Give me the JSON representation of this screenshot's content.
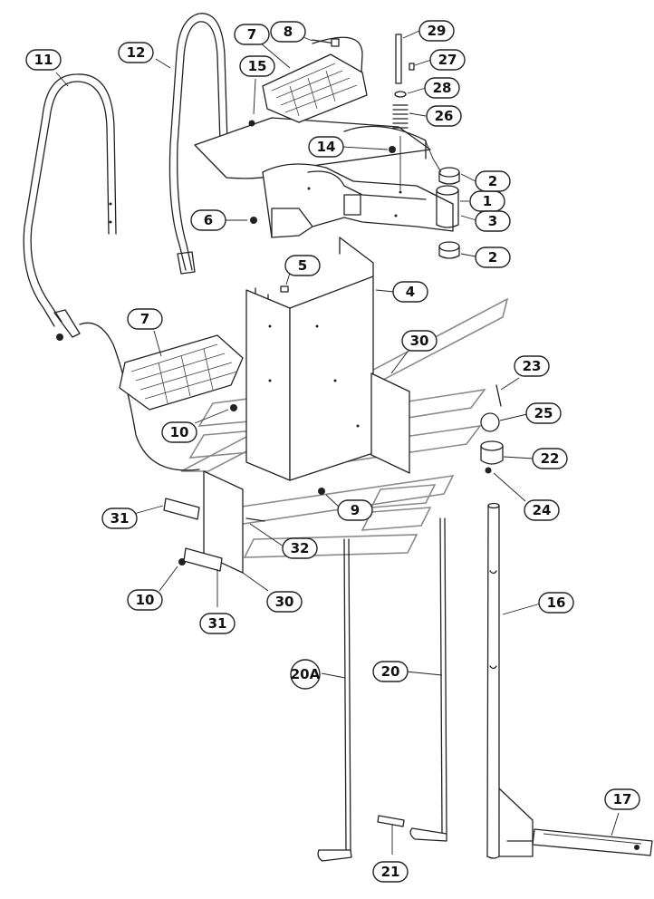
{
  "callouts": [
    {
      "label": "1"
    },
    {
      "label": "2"
    },
    {
      "label": "2"
    },
    {
      "label": "3"
    },
    {
      "label": "4"
    },
    {
      "label": "5"
    },
    {
      "label": "6"
    },
    {
      "label": "7"
    },
    {
      "label": "7"
    },
    {
      "label": "8"
    },
    {
      "label": "9"
    },
    {
      "label": "10"
    },
    {
      "label": "10"
    },
    {
      "label": "11"
    },
    {
      "label": "12"
    },
    {
      "label": "14"
    },
    {
      "label": "15"
    },
    {
      "label": "16"
    },
    {
      "label": "17"
    },
    {
      "label": "20"
    },
    {
      "label": "20A"
    },
    {
      "label": "21"
    },
    {
      "label": "22"
    },
    {
      "label": "23"
    },
    {
      "label": "24"
    },
    {
      "label": "25"
    },
    {
      "label": "26"
    },
    {
      "label": "27"
    },
    {
      "label": "28"
    },
    {
      "label": "29"
    },
    {
      "label": "30"
    },
    {
      "label": "30"
    },
    {
      "label": "31"
    },
    {
      "label": "31"
    },
    {
      "label": "32"
    }
  ]
}
